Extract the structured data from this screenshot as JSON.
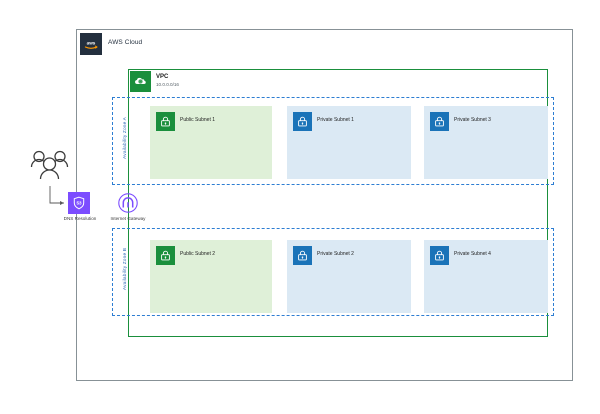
{
  "diagram": {
    "cloud": {
      "label": "AWS Cloud",
      "icon": "aws-logo-icon"
    },
    "vpc": {
      "label": "VPC",
      "cidr": "10.0.0.0/16",
      "icon": "vpc-cloud-icon",
      "color": "#1a8f3c"
    },
    "availability_zones": [
      {
        "label": "Availability Zone A"
      },
      {
        "label": "Availability Zone B"
      }
    ],
    "subnets": [
      {
        "label": "Public Subnet 1",
        "type": "public",
        "zone": "Availability Zone A",
        "icon": "lock-icon",
        "color": "#1a8f3c"
      },
      {
        "label": "Private Subnet 1",
        "type": "private",
        "zone": "Availability Zone A",
        "icon": "lock-icon",
        "color": "#1a73b8"
      },
      {
        "label": "Private Subnet 3",
        "type": "private",
        "zone": "Availability Zone A",
        "icon": "lock-icon",
        "color": "#1a73b8"
      },
      {
        "label": "Public Subnet 2",
        "type": "public",
        "zone": "Availability Zone B",
        "icon": "lock-icon",
        "color": "#1a8f3c"
      },
      {
        "label": "Private Subnet 2",
        "type": "private",
        "zone": "Availability Zone B",
        "icon": "lock-icon",
        "color": "#1a73b8"
      },
      {
        "label": "Private Subnet 4",
        "type": "private",
        "zone": "Availability Zone B",
        "icon": "lock-icon",
        "color": "#1a73b8"
      }
    ],
    "external": {
      "users": {
        "icon": "users-group-icon"
      },
      "dns": {
        "label": "DNS Resolution",
        "icon": "route53-icon",
        "color": "#7c4dff"
      },
      "igw": {
        "label": "Internet Gateway",
        "icon": "internet-gateway-icon",
        "color": "#7c4dff"
      }
    }
  }
}
